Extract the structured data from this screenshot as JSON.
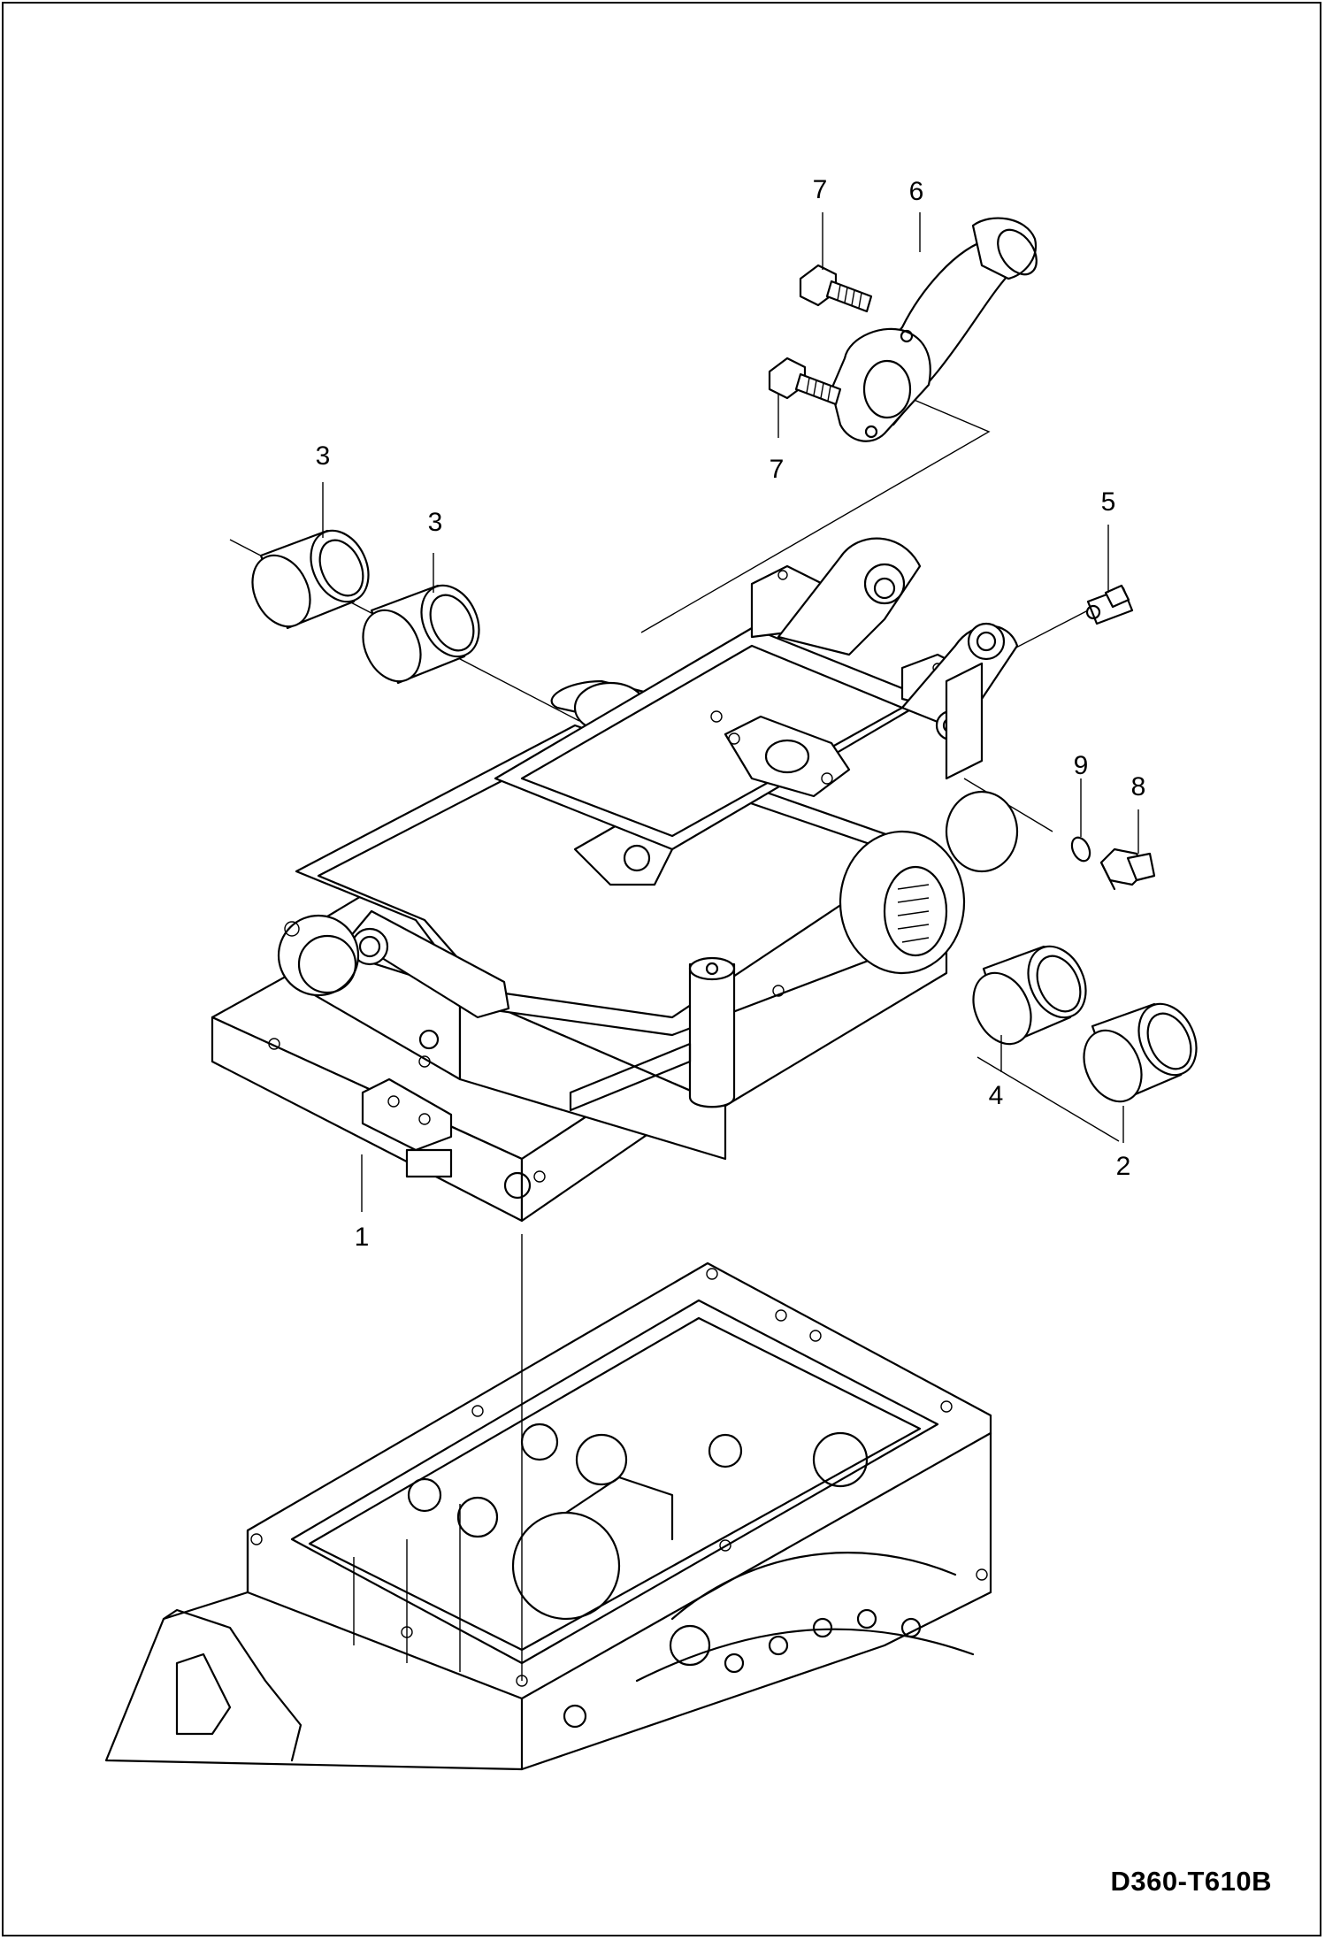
{
  "drawing_code": "D360-T610B",
  "callouts": {
    "c1": "1",
    "c2": "2",
    "c3a": "3",
    "c3b": "3",
    "c4": "4",
    "c5": "5",
    "c6": "6",
    "c7a": "7",
    "c7b": "7",
    "c8": "8",
    "c9": "9"
  }
}
